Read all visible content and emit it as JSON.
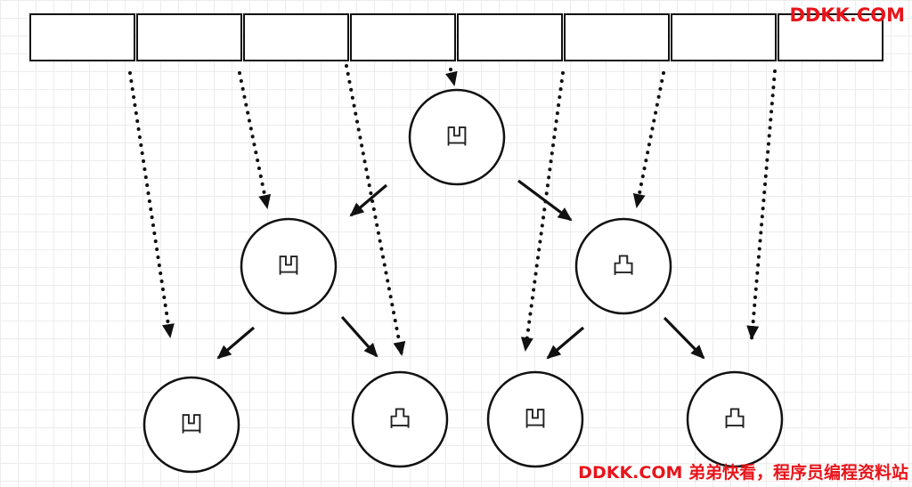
{
  "diagram": {
    "array_cells": [
      "",
      "",
      "",
      "",
      "",
      "",
      "",
      ""
    ],
    "nodes": [
      {
        "label": "凹"
      },
      {
        "label": "凹"
      },
      {
        "label": "凸"
      },
      {
        "label": "凹"
      },
      {
        "label": "凸"
      },
      {
        "label": "凹"
      },
      {
        "label": "凸"
      }
    ]
  },
  "watermark": {
    "top": "DDKK.COM",
    "bottom": "DDKK.COM 弟弟快看，程序员编程资料站"
  }
}
